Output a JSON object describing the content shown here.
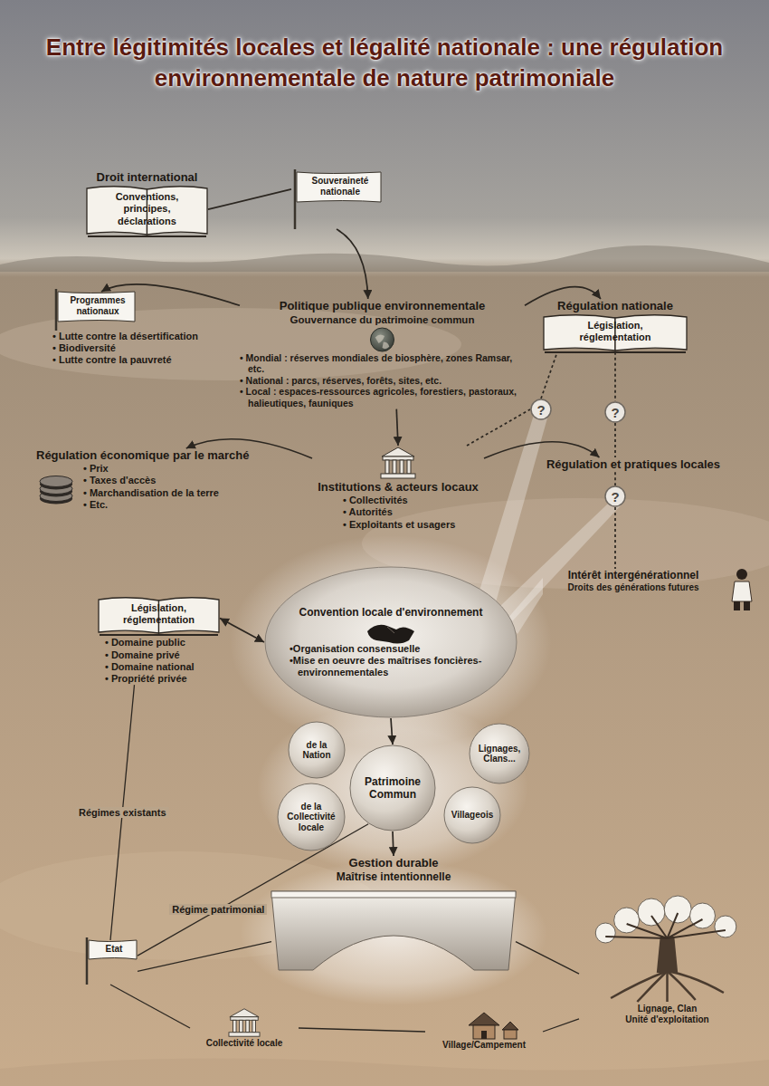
{
  "diagram": {
    "title": "Entre légitimités locales et légalité nationale : une régulation environnementale de nature patrimoniale",
    "nodes": [
      {
        "text": [
          "Droit international",
          "Conventions, principes, déclarations"
        ]
      },
      {
        "text": [
          "Souveraineté nationale"
        ]
      },
      {
        "text": [
          "Politique publique environnementale",
          "Gouvernance du patrimoine commun",
          "• Mondial : réserves mondiales de biosphère, zones Ramsar, etc.",
          "• National : parcs, réserves, forêts, sites, etc.",
          "• Local : espaces-ressources agricoles, forestiers, pastoraux, halieutiques, fauniques"
        ]
      },
      {
        "text": [
          "Programmes nationaux",
          "• Lutte contre la désertification",
          "• Biodiversité",
          "• Lutte contre la pauvreté"
        ]
      },
      {
        "text": [
          "Régulation nationale",
          "Législation, réglementation"
        ]
      },
      {
        "text": [
          "?"
        ]
      },
      {
        "text": [
          "?"
        ]
      },
      {
        "text": [
          "?"
        ]
      },
      {
        "text": [
          "Régulation économique par le marché",
          "• Prix",
          "• Taxes d'accès",
          "• Marchandisation de la terre",
          "• Etc."
        ]
      },
      {
        "text": [
          "Institutions & acteurs locaux",
          "• Collectivités",
          "• Autorités",
          "• Exploitants et usagers"
        ]
      },
      {
        "text": [
          "Régulation et pratiques locales"
        ]
      },
      {
        "text": [
          "Intérêt intergénérationnel",
          "Droits des générations futures"
        ]
      },
      {
        "text": [
          "Législation, réglementation",
          "• Domaine public",
          "• Domaine privé",
          "• Domaine national",
          "• Propriété privée"
        ]
      },
      {
        "text": [
          "Convention locale d'environnement",
          "•Organisation consensuelle",
          "•Mise en oeuvre des maîtrises foncières-environnementales"
        ]
      },
      {
        "text": [
          "Patrimoine Commun"
        ]
      },
      {
        "text": [
          "de la Nation"
        ]
      },
      {
        "text": [
          "de la Collectivité locale"
        ]
      },
      {
        "text": [
          "Villageois"
        ]
      },
      {
        "text": [
          "Lignages, Clans..."
        ]
      },
      {
        "text": [
          "Gestion durable",
          "Maîtrise intentionnelle"
        ]
      },
      {
        "text": [
          "Etat"
        ]
      },
      {
        "text": [
          "Collectivité locale"
        ]
      },
      {
        "text": [
          "Village/Campement"
        ]
      },
      {
        "text": [
          "Lignage, Clan",
          "Unité d'exploitation"
        ]
      }
    ],
    "edges": [
      {
        "from": 0,
        "to": 1,
        "arrow": "none"
      },
      {
        "from": 1,
        "to": 2,
        "arrow": "to"
      },
      {
        "from": 2,
        "to": 3,
        "arrow": "to"
      },
      {
        "from": 2,
        "to": 4,
        "arrow": "to"
      },
      {
        "from": 2,
        "to": 9,
        "arrow": "to"
      },
      {
        "from": 9,
        "to": 8,
        "arrow": "to"
      },
      {
        "from": 9,
        "to": 10,
        "arrow": "to"
      },
      {
        "from": 9,
        "to": 5,
        "arrow": "none"
      },
      {
        "from": 5,
        "to": 4,
        "arrow": "none"
      },
      {
        "from": 4,
        "to": 6,
        "arrow": "none"
      },
      {
        "from": 6,
        "to": 10,
        "arrow": "none"
      },
      {
        "from": 10,
        "to": 7,
        "arrow": "none"
      },
      {
        "from": 7,
        "to": 11,
        "arrow": "none"
      },
      {
        "from": 12,
        "to": 13,
        "arrow": "both"
      },
      {
        "from": 13,
        "to": 14,
        "arrow": "to"
      },
      {
        "from": 14,
        "to": 19,
        "arrow": "to"
      },
      {
        "from": 12,
        "to": 20,
        "label": "Régimes existants",
        "arrow": "none"
      },
      {
        "from": 14,
        "to": 20,
        "label": "Régime patrimonial",
        "arrow": "none"
      },
      {
        "from": 20,
        "to": 19,
        "arrow": "none"
      },
      {
        "from": 19,
        "to": 23,
        "arrow": "none"
      },
      {
        "from": 20,
        "to": 21,
        "arrow": "none"
      },
      {
        "from": 21,
        "to": 22,
        "arrow": "none"
      },
      {
        "from": 22,
        "to": 23,
        "arrow": "none"
      }
    ]
  }
}
